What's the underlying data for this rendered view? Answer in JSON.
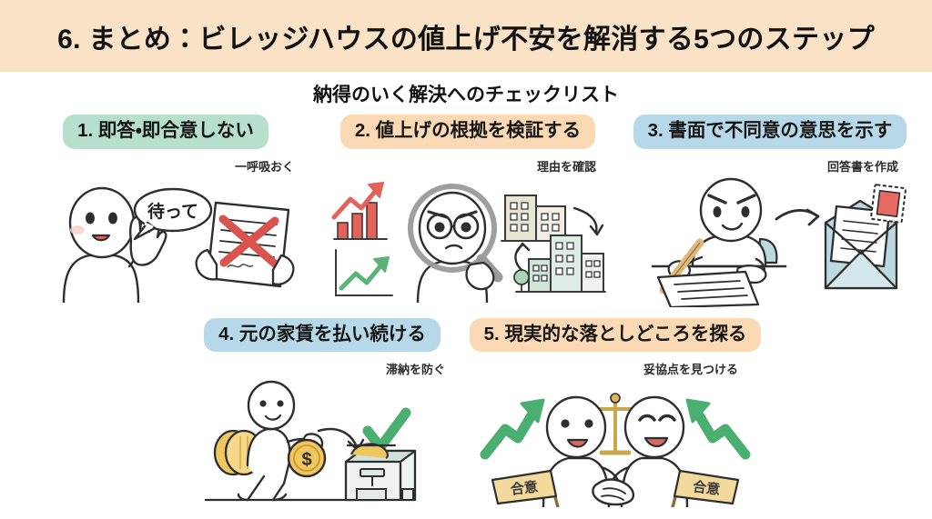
{
  "header": {
    "title": "6. まとめ：ビレッジハウスの値上げ不安を解消する5つのステップ",
    "band_color": "#fae2c6"
  },
  "subtitle": "納得のいく解決へのチェックリスト",
  "palette": {
    "green_pill": "#b6e0cb",
    "orange_pill": "#fbd9b4",
    "blue_pill": "#b7d8e8",
    "ink": "#333333",
    "red_accent": "#e2574c",
    "green_accent": "#4caf72",
    "gold": "#e8b84b",
    "paper": "#ffffff"
  },
  "steps": [
    {
      "number": "1",
      "label": "1. 即答・即合意しない",
      "pill_color": "green",
      "caption": "一呼吸おく",
      "illustration": {
        "name": "person-raising-hand-refusing-contract",
        "speech_bubble": "待って",
        "elements": [
          "person",
          "speech-bubble",
          "raised-hand",
          "contract-paper",
          "red-cross-mark",
          "hands-holding-paper"
        ]
      }
    },
    {
      "number": "2",
      "label": "2. 値上げの根拠を検証する",
      "pill_color": "orange",
      "caption": "理由を確認",
      "illustration": {
        "name": "person-inspecting-charts-and-buildings",
        "elements": [
          "red-bar-chart-up-arrow",
          "green-line-chart-up-arrow",
          "person-with-magnifier",
          "two-building-groups",
          "comparison-arrows"
        ]
      }
    },
    {
      "number": "3",
      "label": "3. 書面で不同意の意思を示す",
      "pill_color": "blue",
      "caption": "回答書を作成",
      "illustration": {
        "name": "person-writing-letter-to-envelope",
        "elements": [
          "person-at-desk",
          "pencil",
          "written-document",
          "arrow",
          "open-envelope",
          "letter",
          "red-postage-stamp"
        ]
      }
    },
    {
      "number": "4",
      "label": "4. 元の家賃を払い続ける",
      "pill_color": "blue",
      "caption": "滞納を防ぐ",
      "illustration": {
        "name": "person-paying-rent-into-machine",
        "elements": [
          "walking-person",
          "large-gold-coins",
          "dollar-coin",
          "arrow",
          "green-check-mark",
          "payment-machine"
        ]
      }
    },
    {
      "number": "5",
      "label": "5. 現実的な落としどころを探る",
      "pill_color": "orange",
      "caption": "妥協点を見つける",
      "illustration": {
        "name": "two-people-handshake-agreement",
        "flag_label": "合意",
        "elements": [
          "left-green-arrow",
          "right-green-arrow",
          "person-left",
          "person-right",
          "handshake",
          "balance-scale",
          "agreement-flag-left",
          "agreement-flag-right"
        ]
      }
    }
  ]
}
